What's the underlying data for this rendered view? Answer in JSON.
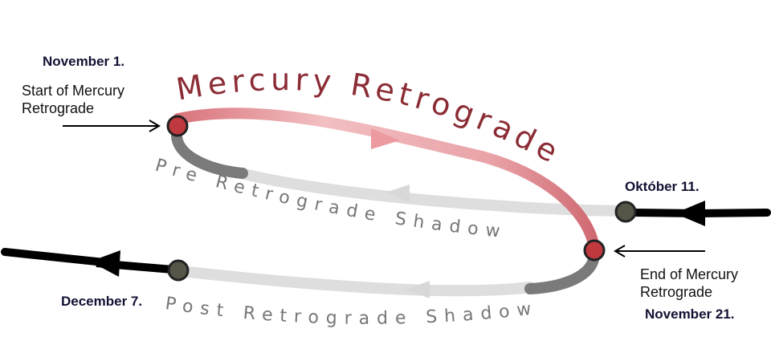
{
  "title_arc": "Mercury Retrograde",
  "pre_shadow_label": "Pre Retrograde Shadow",
  "post_shadow_label": "Post Retrograde Shadow",
  "labels": {
    "nov1_date": "November 1.",
    "start_line1": "Start of Mercury",
    "start_line2": "Retrograde",
    "oct11_date": "Október 11.",
    "end_line1": "End of Mercury",
    "end_line2": "Retrograde",
    "nov21_date": "November 21.",
    "dec7_date": "December 7."
  },
  "colors": {
    "retrograde": "#d9737b",
    "retrograde_light": "#f0b8bc",
    "shadow_light": "#d9d9d9",
    "shadow_dark": "#7a7a7a",
    "node_red": "#c0393f",
    "node_grey": "#555548",
    "arrow_black": "#000000",
    "title_text": "#8b2c35"
  }
}
